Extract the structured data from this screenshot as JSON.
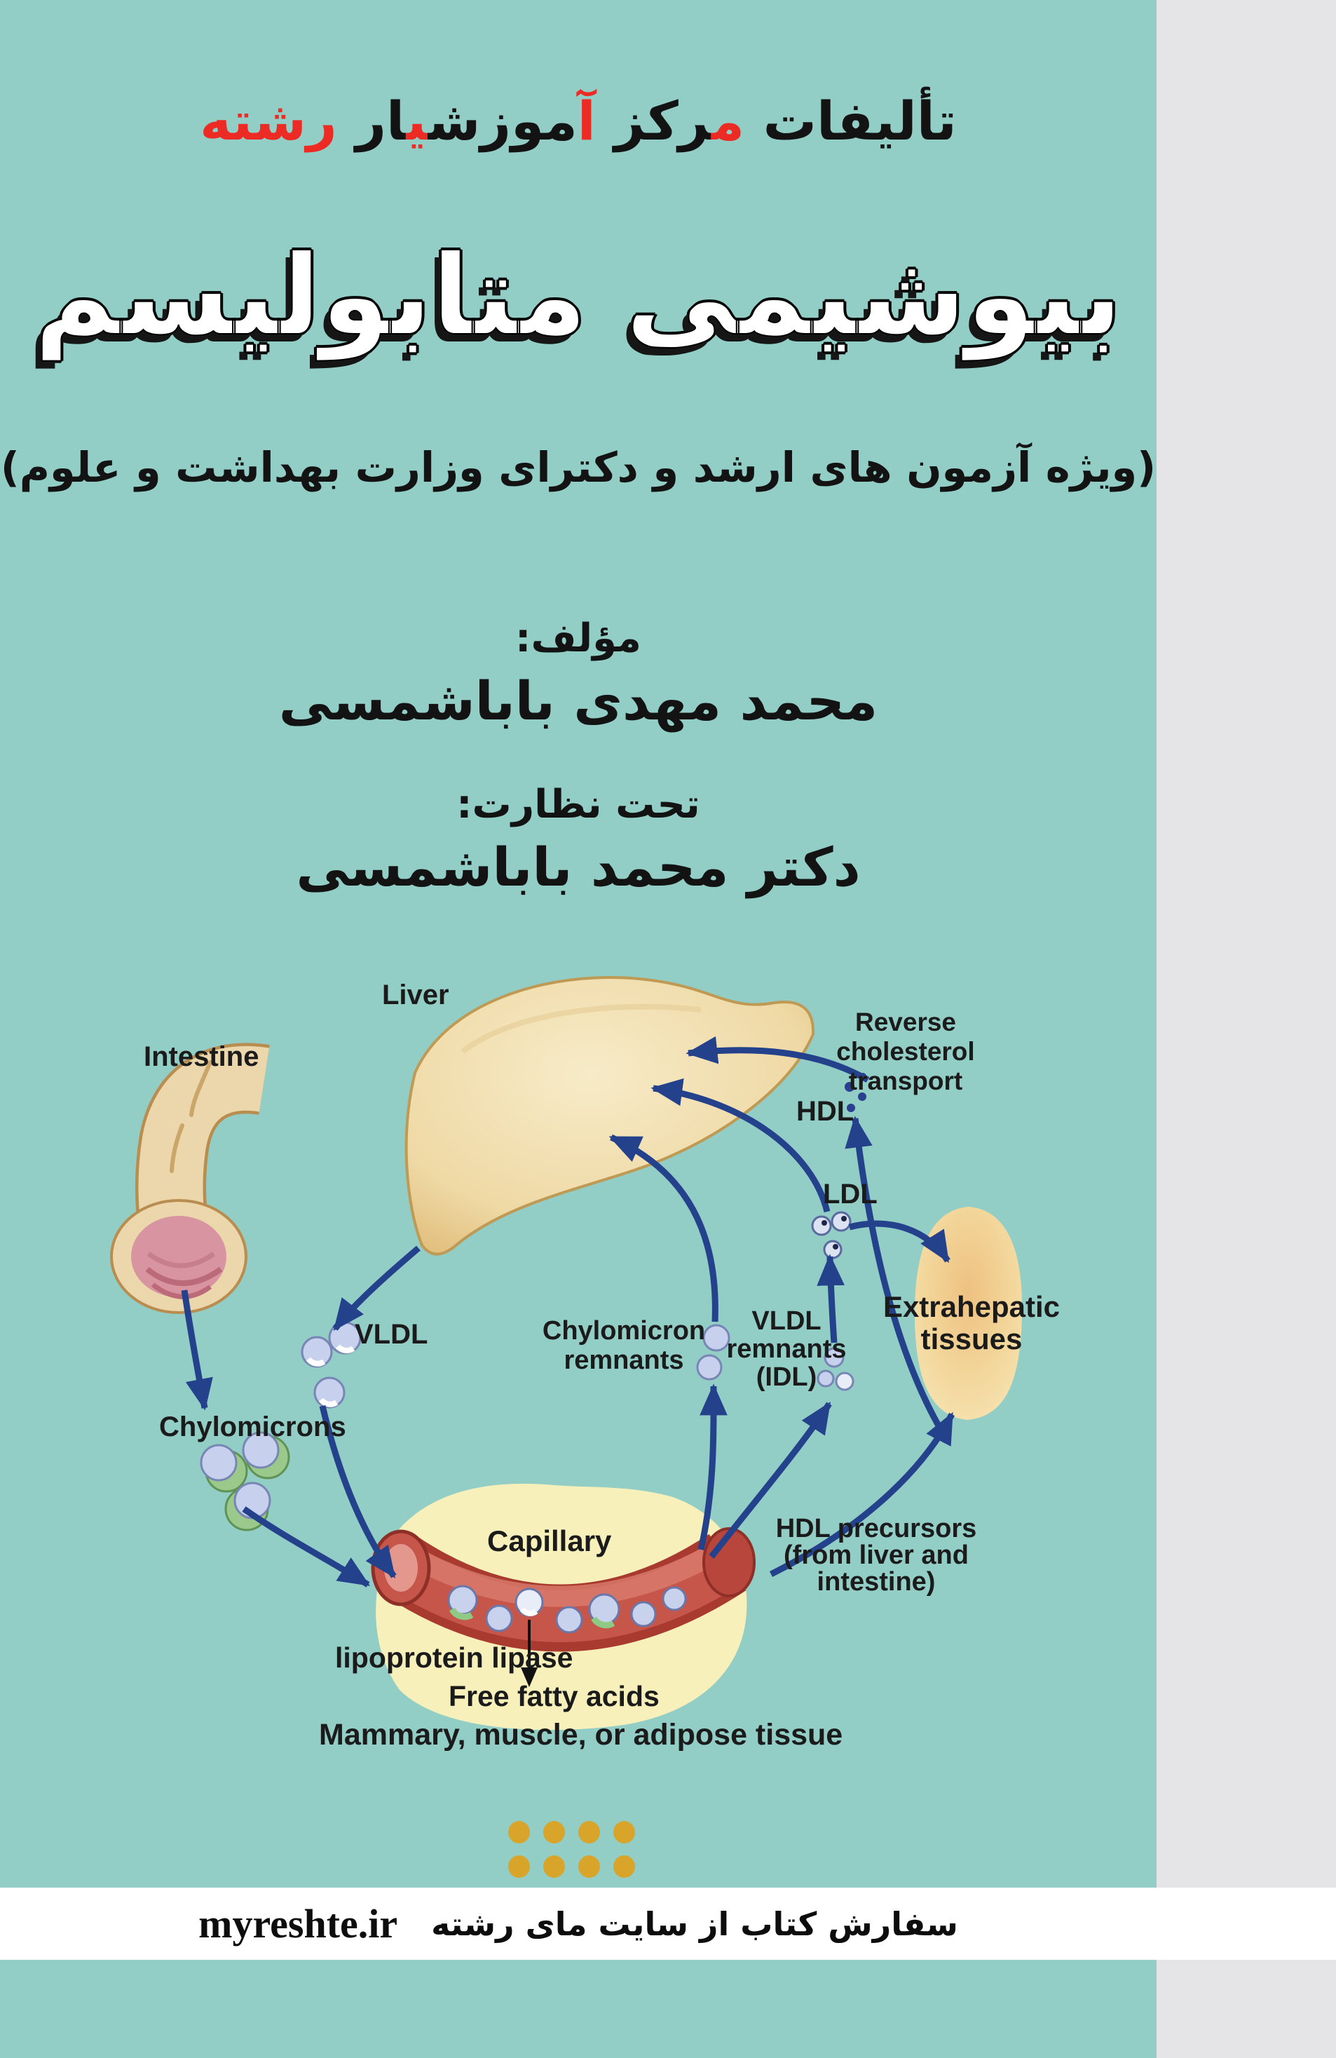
{
  "cover": {
    "publisher": {
      "seg1": "تألیفات ",
      "seg2_red": "م‍",
      "seg3": "‍رکز ",
      "seg4_red": "آ",
      "seg5": "موزش‍",
      "seg6_red": "‍ی‍",
      "seg7": "‍ار ",
      "seg8_red": "رشته"
    },
    "title": "بیوشیمی متابولیسم",
    "subtitle": "(ویژه آزمون های ارشد و دکترای وزارت بهداشت و علوم)",
    "author_label": "مؤلف:",
    "author_name": "محمد مهدی باباشمسی",
    "supervision_label": "تحت نظارت:",
    "supervision_name": "دکتر محمد باباشمسی"
  },
  "diagram": {
    "labels": {
      "liver": "Liver",
      "intestine": "Intestine",
      "reverse": {
        "l1": "Reverse",
        "l2": "cholesterol",
        "l3": "transport"
      },
      "hdl": "HDL",
      "ldl": "LDL",
      "extrahepatic": {
        "l1": "Extrahepatic",
        "l2": "tissues"
      },
      "vldl": "VLDL",
      "chylo_remnants": {
        "l1": "Chylomicron",
        "l2": "remnants"
      },
      "vldl_remnants": {
        "l1": "VLDL",
        "l2": "remnants",
        "l3": "(IDL)"
      },
      "chylomicrons": "Chylomicrons",
      "capillary": "Capillary",
      "lipase": "lipoprotein lipase",
      "ffa": "Free fatty acids",
      "mammary": "Mammary, muscle, or adipose tissue",
      "hdl_precursors": {
        "l1": "HDL precursors",
        "l2": "(from liver and",
        "l3": "intestine)"
      }
    }
  },
  "footer": {
    "order_text": "سفارش کتاب از سایت مای رشته",
    "site": "myreshte.ir"
  },
  "colors": {
    "cover_teal": "#92cdc6",
    "page_gray": "#e5e4e7",
    "accent_red": "#ec2c24",
    "title_white": "#ffffff",
    "arrow_navy": "#24418c",
    "lipase_navy": "#2a4aa1",
    "decor_dot_gold": "#d8a42a",
    "footer_band_white": "#ffffff"
  }
}
